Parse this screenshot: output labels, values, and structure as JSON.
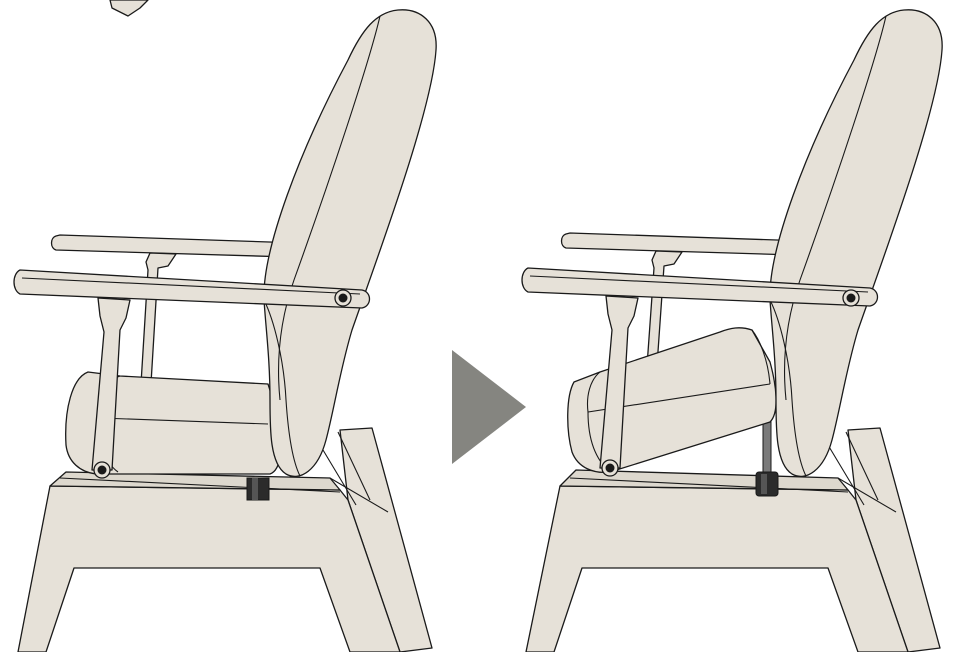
{
  "diagram": {
    "panels": [
      {
        "state": "seat-lowered"
      },
      {
        "state": "seat-raised"
      }
    ],
    "transition": "arrow-right"
  },
  "colors": {
    "upholstery": "#e6e1d8",
    "upholstery_shadow": "#d7d1c6",
    "outline": "#1a1a1a",
    "arrow": "#858580",
    "piston_dark": "#2b2b2b",
    "piston_rod": "#7a7a7a",
    "background": "#ffffff"
  },
  "icons": [
    "pivot-bolt-icon",
    "gas-spring-icon",
    "arrow-right-icon"
  ]
}
